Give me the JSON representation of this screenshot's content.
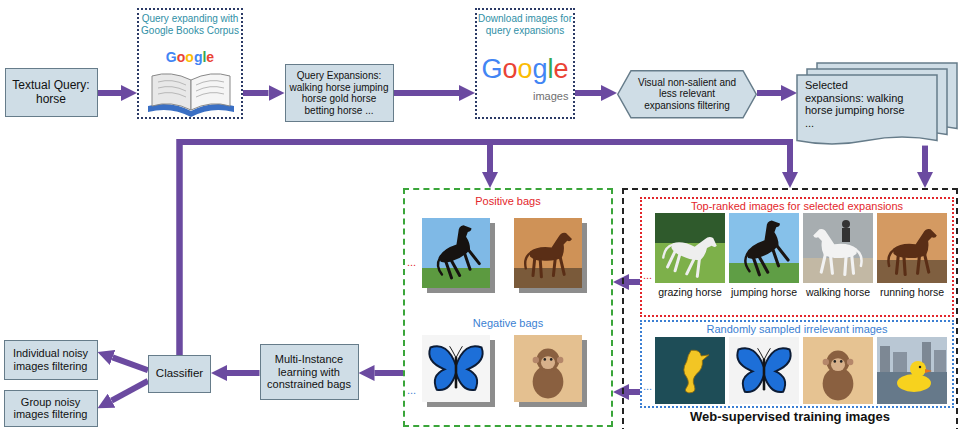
{
  "diagram": {
    "nodes": [
      {
        "text": [
          "Textual Query: horse"
        ]
      },
      {
        "text": [
          "Query expanding with Google Books Corpus",
          "Google"
        ]
      },
      {
        "text": [
          "Query Expansions: walking horse jumping horse gold horse betting horse ..."
        ]
      },
      {
        "text": [
          "Download images for query expansions",
          "Google",
          "images"
        ]
      },
      {
        "text": [
          "Visual non-salient and less relevant expansions filtering"
        ]
      },
      {
        "text": [
          "Selected expansions: walking horse jumping horse ..."
        ]
      },
      {
        "text": [
          "Individual noisy images filtering"
        ]
      },
      {
        "text": [
          "Group noisy images filtering"
        ]
      },
      {
        "text": [
          "Classifier"
        ]
      },
      {
        "text": [
          "Multi-Instance learning with constrained bags"
        ]
      },
      {
        "text": [
          "Positive bags",
          "...",
          "Negative bags",
          "..."
        ]
      },
      {
        "text": [
          "Web-supervised training images"
        ]
      },
      {
        "text": [
          "Top-ranked images for selected expansions",
          "...",
          "grazing horse",
          "jumping horse",
          "walking horse",
          "running horse"
        ],
        "in": 11
      },
      {
        "text": [
          "Randomly sampled irrelevant images",
          "..."
        ],
        "in": 11
      }
    ],
    "edges": [
      {
        "from": 0,
        "to": 1,
        "arrow": "to"
      },
      {
        "from": 1,
        "to": 2,
        "arrow": "to"
      },
      {
        "from": 2,
        "to": 3,
        "arrow": "to"
      },
      {
        "from": 3,
        "to": 4,
        "arrow": "to"
      },
      {
        "from": 4,
        "to": 5,
        "arrow": "to"
      },
      {
        "from": 5,
        "to": 11,
        "arrow": "to"
      },
      {
        "from": 12,
        "to": 10,
        "arrow": "to"
      },
      {
        "from": 13,
        "to": 10,
        "arrow": "to"
      },
      {
        "from": 10,
        "to": 9,
        "arrow": "to"
      },
      {
        "from": 9,
        "to": 8,
        "arrow": "to"
      },
      {
        "from": 8,
        "to": 6,
        "arrow": "to"
      },
      {
        "from": 8,
        "to": 7,
        "arrow": "to"
      },
      {
        "from": 8,
        "to": 10,
        "arrow": "to"
      },
      {
        "from": 8,
        "to": 11,
        "arrow": "to"
      }
    ]
  }
}
